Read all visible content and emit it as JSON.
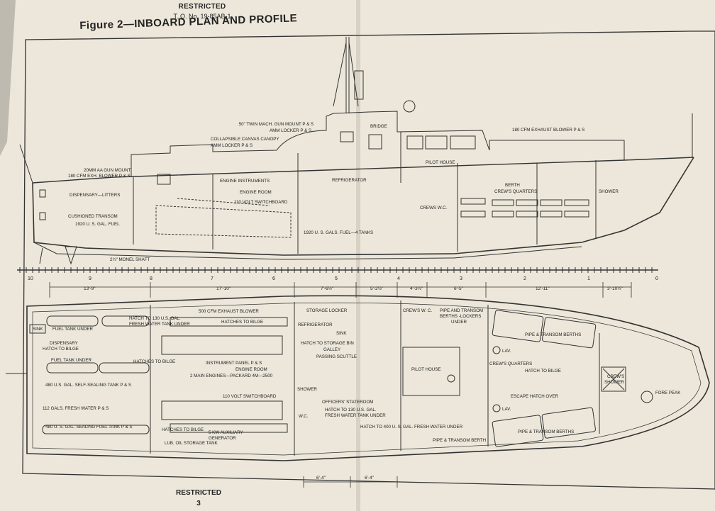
{
  "header": {
    "restricted": "RESTRICTED",
    "to_number": "T. O. No. 19-85AB-1",
    "figure_title": "Figure 2—INBOARD PLAN AND PROFILE"
  },
  "footer": {
    "restricted": "RESTRICTED",
    "page_number": "3"
  },
  "profile_labels": {
    "twin_gun": ".50\" TWIN MACH. GUN MOUNT P & S",
    "amm_locker_1": "AMM LOCKER P & S",
    "bridge": "BRIDGE",
    "canopy": "COLLAPSIBLE CANVAS CANOPY",
    "amm_locker_2": "AMM LOCKER P & S",
    "exhaust_blower": "180 CFM EXHAUST BLOWER P & S",
    "aa_gun": "20MM AA GUN MOUNT",
    "exh_blower": "180 CFM EXH. BLOWER P & S",
    "engine_instruments": "ENGINE INSTRUMENTS",
    "refrigerator": "REFRIGERATOR",
    "pilot_house": "PILOT HOUSE",
    "berth": "BERTH",
    "crews_quarters": "CREW'S QUARTERS",
    "shower": "SHOWER",
    "dispensary": "DISPENSARY—LITTERS",
    "engine_room": "ENGINE ROOM",
    "switchboard": "110 VOLT SWITCHBOARD",
    "crews_wc": "CREWS W.C.",
    "cushioned_transom": "CUSHIONED TRANSOM",
    "fuel_1920": "1920 U. S. GAL. FUEL",
    "fuel_tanks": "1920 U. S. GALS. FUEL—4 TANKS",
    "monel_shaft": "2¾\" MONEL SHAFT"
  },
  "station_scale": [
    "10",
    "9",
    "8",
    "7",
    "6",
    "5",
    "4",
    "3",
    "2",
    "1",
    "0"
  ],
  "dimensions": [
    "13'-9\"",
    "17'-10\"",
    "7'-6½\"",
    "5'-2½\"",
    "4'-3½\"",
    "6'-5\"",
    "12'-11\"",
    "3'-10½\""
  ],
  "bottom_dimensions": [
    "6'-4\"",
    "6'-4\""
  ],
  "plan_labels": {
    "exhaust_blower": "500 CFM EXHAUST BLOWER",
    "storage_locker": "STORAGE LOCKER",
    "crews_wc": "CREW'S W. C.",
    "pipe_transom_lockers": "PIPE AND TRANSOM",
    "berths_lockers": "BERTHS -LOCKERS",
    "under": "UNDER",
    "hatch_130_a": "HATCH TO 130 U.S. GAL.",
    "fresh_water_tank_under": "FRESH WATER TANK UNDER",
    "sink_1": "SINK",
    "fuel_tank_under_1": "FUEL TANK UNDER",
    "hatches_bilge_1": "HATCHES TO BILGE",
    "refrigerator": "REFRIGERATOR",
    "sink_2": "SINK",
    "pipe_transom_berths_1": "PIPE & TRANSOM BERTHS",
    "dispensary": "DISPENSARY",
    "hatch_bilge_1": "HATCH TO BILGE",
    "hatch_storage_bin": "HATCH TO STORAGE BIN",
    "galley": "GALLEY",
    "lav_1": "LAV.",
    "passing_scuttle": "PASSING SCUTTLE",
    "fuel_tank_under_2": "FUEL TANK UNDER",
    "hatches_bilge_2": "HATCHES TO BILGE",
    "instrument_panel": "INSTRUMENT PANEL P & S",
    "pilot_house": "PILOT HOUSE",
    "crews_quarters": "CREW'S QUARTERS",
    "engine_room": "ENGINE ROOM",
    "main_engines": "2 MAIN ENGINES—PACKARD 4M—2500",
    "hatch_bilge_2": "HATCH TO BILGE",
    "crews_shower_1": "CREW'S",
    "crews_shower_2": "SHOWER",
    "self_sealing": "480 U.S. GAL. SELF-SEALING TANK P & S",
    "switchboard": "110 VOLT SWITCHBOARD",
    "shower": "SHOWER",
    "escape_hatch": "ESCAPE HATCH OVER",
    "officers_stateroom": "OFFICERS' STATEROOM",
    "fore_peak": "FORE PEAK",
    "fresh_water_112": "112 GALS. FRESH WATER P & S",
    "wc": "W.C.",
    "hatch_130_b": "HATCH TO 130 U.S. GAL.",
    "fresh_water_tank_under_2": "FRESH WATER TANK UNDER",
    "lav_2": "LAV.",
    "sealing_fuel": "480 U. S. GAL. SEALING FUEL TANK P & S",
    "hatches_bilge_3": "HATCHES TO BILGE",
    "hatch_400": "HATCH TO 400 U. S. GAL. FRESH WATER UNDER",
    "pipe_transom_berths_2": "PIPE & TRANSOM BERTHS",
    "kw_aux": "5 KW AUXILIARY",
    "generator": "GENERATOR",
    "pipe_transom_berth": "PIPE & TRANSOM BERTH",
    "lub_oil": "LUB. OIL STORAGE TANK"
  }
}
